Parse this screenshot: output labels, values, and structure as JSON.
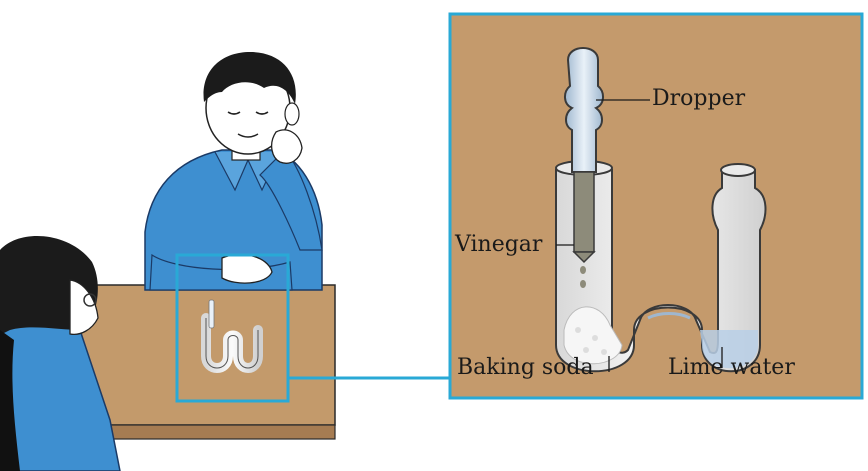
{
  "labels": {
    "dropper": "Dropper",
    "vinegar": "Vinegar",
    "baking_soda": "Baking soda",
    "lime_water": "Lime water"
  },
  "colors": {
    "table": "#c39a6b",
    "panel_bg": "#c49a6c",
    "frame": "#29a9d6",
    "shirt": "#3e8fd0",
    "hair": "#1b1b1b",
    "skin": "#ffffff",
    "glass": "#f1f1f1"
  }
}
